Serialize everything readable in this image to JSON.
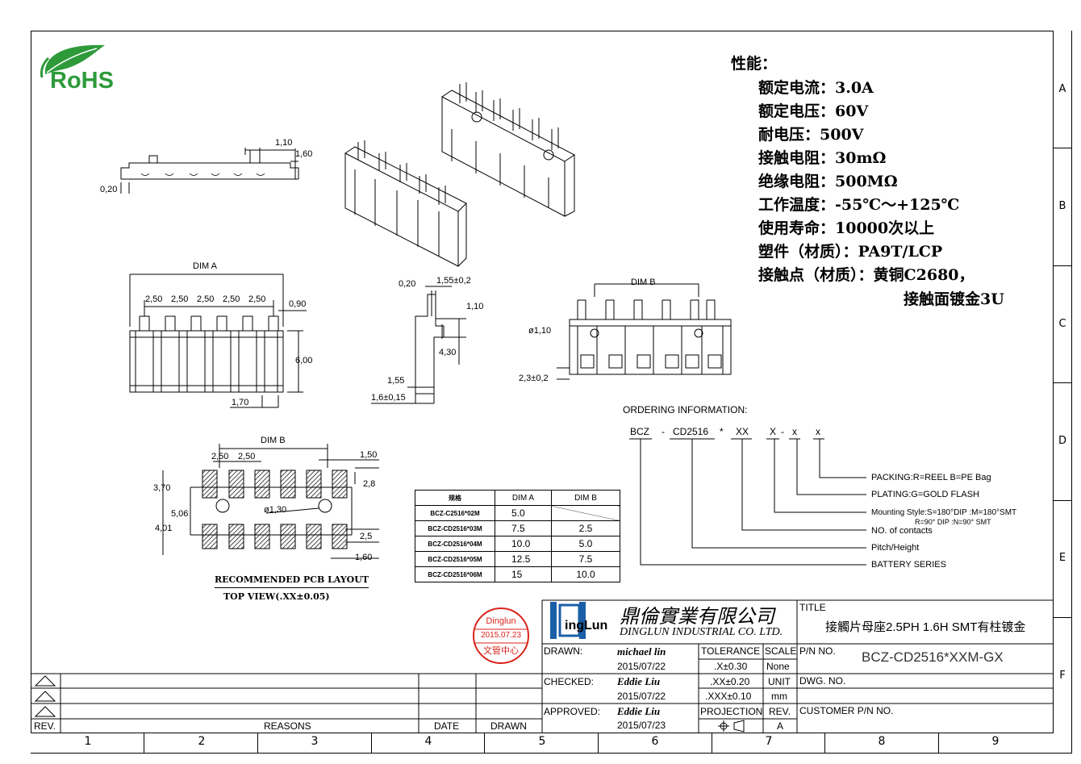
{
  "logo": {
    "text": "RoHS"
  },
  "specs": {
    "heading": "性能：",
    "lines": [
      "额定电流：3.0A",
      "额定电压：60V",
      "耐电压：500V",
      "接触电阻：30mΩ",
      "绝缘电阻：500MΩ",
      "工作温度：-55℃～+125℃",
      "使用寿命：10000次以上",
      "塑件（材质）：PA9T/LCP",
      "接触点（材质）：黄铜C2680，"
    ],
    "last": "接触面镀金3U"
  },
  "dims": {
    "side_110": "1,10",
    "side_160": "1,60",
    "side_020": "0,20",
    "dim_a": "DIM A",
    "pitch": "2,50",
    "d090": "0,90",
    "d600": "6,00",
    "d170": "1,70",
    "p020": "0,20",
    "p155": "1,55±0,2",
    "p110": "1,10",
    "p430": "4,30",
    "p155b": "1,55",
    "p16": "1,6±0,15",
    "dim_b": "DIM B",
    "phi110": "ø1,10",
    "d23": "2,3±0,2",
    "pcb_dim_b": "DIM B",
    "d150": "1,50",
    "d370": "3,70",
    "d28": "2,8",
    "d506": "5,06",
    "phi130": "ø1,30",
    "d401": "4,01",
    "d25": "2,5",
    "d160": "1,60"
  },
  "pcb_caption": {
    "line1": "RECOMMENDED PCB LAYOUT",
    "line2": "TOP VIEW(.XX±0.05)"
  },
  "ordering": {
    "title": "ORDERING INFORMATION:",
    "code": [
      "BCZ",
      "-",
      "CD2516",
      "*",
      "XX",
      "X",
      "-",
      "x",
      "x"
    ],
    "notes": [
      "PACKING:R=REEL B=PE Bag",
      "PLATING:G=GOLD FLASH",
      "Mounting Style:S=180°DIP :M=180°SMT",
      "R=90° DIP :N=90° SMT",
      "NO. of contacts",
      "Pitch/Height",
      "BATTERY SERIES"
    ]
  },
  "table": {
    "headers": [
      "规格",
      "DIM A",
      "DIM B"
    ],
    "rows": [
      [
        "BCZ-C2516*02M",
        "5.0",
        ""
      ],
      [
        "BCZ-CD2516*03M",
        "7.5",
        "2.5"
      ],
      [
        "BCZ-CD2516*04M",
        "10.0",
        "5.0"
      ],
      [
        "BCZ-CD2516*05M",
        "12.5",
        "7.5"
      ],
      [
        "BCZ-CD2516*06M",
        "15",
        "10.0"
      ]
    ]
  },
  "stamp": {
    "line1": "Dinglun",
    "line2": "2015.07.23",
    "line3": "文管中心"
  },
  "company": {
    "cn": "鼎倫實業有限公司",
    "en": "DINGLUN INDUSTRIAL CO. LTD.",
    "mark": "ingLun"
  },
  "title_block": {
    "title_label": "TITLE",
    "title": "接觸片母座2.5PH 1.6H SMT有柱镀金",
    "drawn_label": "DRAWN:",
    "drawn_name": "michael lin",
    "drawn_date": "2015/07/22",
    "checked_label": "CHECKED:",
    "checked_name": "Eddie Liu",
    "checked_date": "2015/07/22",
    "approved_label": "APPROVED:",
    "approved_name": "Eddie Liu",
    "approved_date": "2015/07/23",
    "tolerance": "TOLERANCE",
    "scale": "SCALE",
    "tol1": ".X±0.30",
    "scale_val": "None",
    "tol2": ".XX±0.20",
    "unit": "UNIT",
    "tol3": ".XXX±0.10",
    "unit_val": "mm",
    "projection": "PROJECTION",
    "rev": "REV.",
    "rev_val": "A",
    "pn_label": "P/N NO.",
    "pn": "BCZ-CD2516*XXM-GX",
    "dwg_label": "DWG. NO.",
    "cust_label": "CUSTOMER P/N NO."
  },
  "rev_block": {
    "rev": "REV.",
    "reasons": "REASONS",
    "date": "DATE",
    "drawn": "DRAWN"
  },
  "zones": {
    "rows": [
      "A",
      "B",
      "C",
      "D",
      "E",
      "F"
    ],
    "cols": [
      "1",
      "2",
      "3",
      "4",
      "5",
      "6",
      "7",
      "8",
      "9"
    ]
  }
}
